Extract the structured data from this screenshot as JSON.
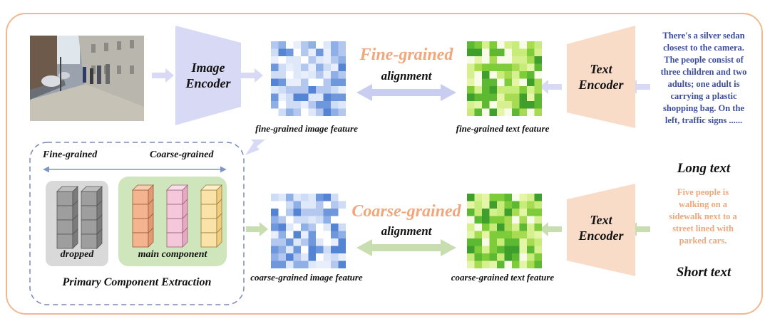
{
  "top": {
    "image_encoder": "Image\nEncoder",
    "text_encoder": "Text\nEncoder",
    "fine_grained_title": "Fine-grained",
    "alignment": "alignment",
    "image_feature_caption": "fine-grained image feature",
    "text_feature_caption": "fine-grained text feature",
    "long_text": "There's a silver sedan closest to the camera. The people consist of three children and two adults; one adult is carrying a plastic shopping bag. On the left, traffic signs ......",
    "long_text_label": "Long text"
  },
  "bottom": {
    "text_encoder": "Text\nEncoder",
    "coarse_grained_title": "Coarse-grained",
    "alignment": "alignment",
    "image_feature_caption": "coarse-grained image feature",
    "text_feature_caption": "coarse-grained text feature",
    "short_text": "Five people is walking on a sidewalk next to a street lined with parked cars.",
    "short_text_label": "Short text"
  },
  "extraction": {
    "fine_label": "Fine-grained",
    "coarse_label": "Coarse-grained",
    "dropped_label": "dropped",
    "main_label": "main component",
    "title": "Primary Component Extraction"
  },
  "colors": {
    "frame": "#f0b892",
    "image_encoder": "#d8d9f5",
    "text_encoder": "#f8dcc8",
    "fine_arrow": "#c9cdf0",
    "coarse_arrow": "#c8ddb0",
    "long_text": "#3d4f9c",
    "short_text": "#f0a77c",
    "dashed_box": "#7b89b8"
  },
  "icons": [
    "street-photo-icon",
    "cube-stack-icon"
  ]
}
